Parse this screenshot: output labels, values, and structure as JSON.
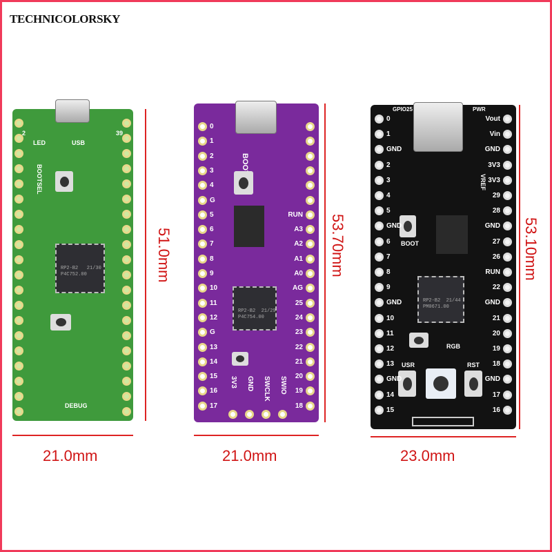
{
  "brand": "TECHNICOLORSKY",
  "colors": {
    "green_board": "#3f9a3c",
    "purple_board": "#7a2a9c",
    "black_board": "#121212",
    "dimension": "#d01515",
    "pad_gold": "#e8d88a"
  },
  "boards": [
    {
      "name": "raspberry-pi-pico",
      "silk": {
        "led": "LED",
        "usb": "USB",
        "bootsel": "BOOTSEL",
        "debug": "DEBUG",
        "pin1": "2",
        "pin40": "39"
      },
      "chip": "RP2-B2   21/30\nP4C752.00",
      "width_label": "21.0mm",
      "height_label": "51.0mm"
    },
    {
      "name": "purple-rp2040-board",
      "silk": {
        "bootsel": "BOOTSEL"
      },
      "left_pins": [
        "0",
        "1",
        "2",
        "3",
        "4",
        "G",
        "5",
        "6",
        "7",
        "8",
        "9",
        "10",
        "11",
        "12",
        "G",
        "13",
        "14",
        "15",
        "16",
        "17"
      ],
      "right_pins": [
        "",
        "",
        "",
        "",
        "",
        "",
        "RUN",
        "A3",
        "A2",
        "A1",
        "A0",
        "AG",
        "25",
        "24",
        "23",
        "22",
        "21",
        "20",
        "19",
        "18"
      ],
      "bottom_pins": [
        "3V3",
        "GND",
        "SWCLK",
        "SWIO"
      ],
      "chip": "RP2-B2  21/29\nP4C754.00",
      "width_label": "21.0mm",
      "height_label": "53.70mm"
    },
    {
      "name": "black-rp2040-board",
      "silk": {
        "gpio25": "GPIO25",
        "pwr": "PWR",
        "gnd": "GND",
        "vref": "VREF",
        "boot": "BOOT",
        "rgb": "RGB",
        "usr": "USR",
        "rst": "RST"
      },
      "left_pins": [
        "0",
        "1",
        "GND",
        "2",
        "3",
        "4",
        "5",
        "GND",
        "6",
        "7",
        "8",
        "9",
        "GND",
        "10",
        "11",
        "12",
        "13",
        "GND",
        "14",
        "15"
      ],
      "right_pins": [
        "Vout",
        "Vin",
        "GND",
        "3V3",
        "3V3",
        "29",
        "28",
        "GND",
        "27",
        "26",
        "RUN",
        "22",
        "GND",
        "21",
        "20",
        "19",
        "18",
        "GND",
        "17",
        "16"
      ],
      "chip": "RP2-B2  21/44\nPM0671.00",
      "width_label": "23.0mm",
      "height_label": "53.10mm"
    }
  ]
}
